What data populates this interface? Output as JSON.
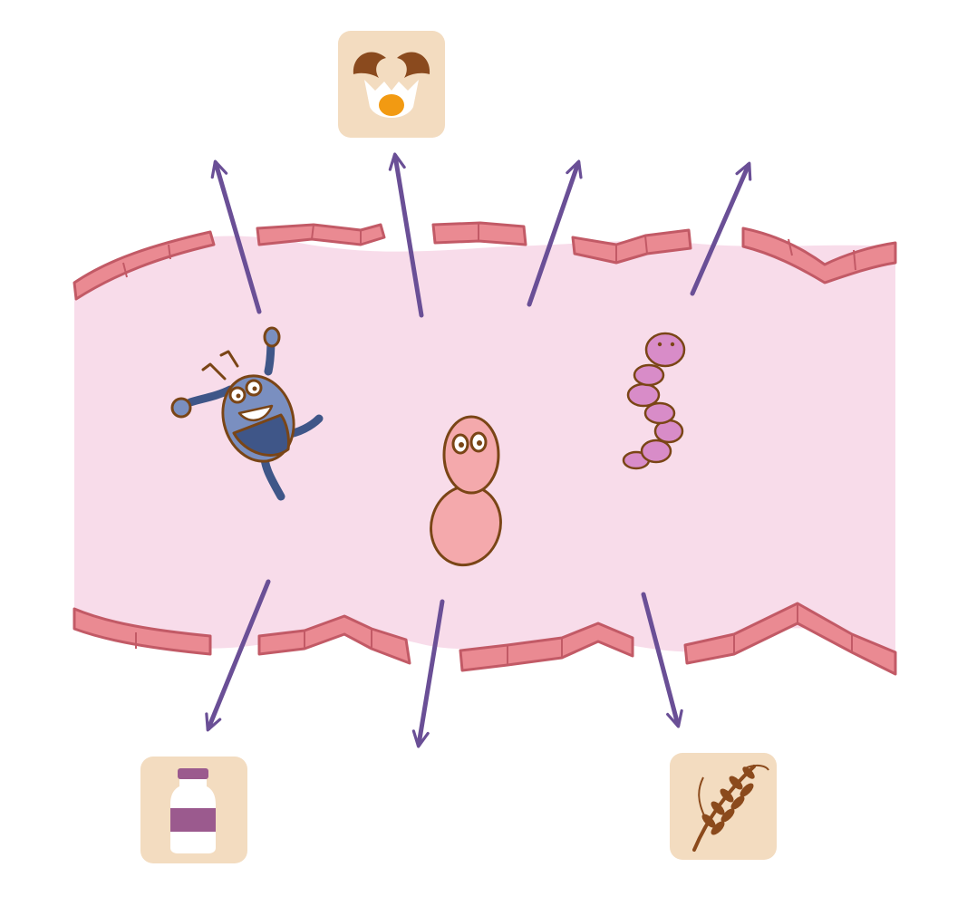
{
  "colors": {
    "background": "#ffffff",
    "lumen": "#f8dcea",
    "wall_fill": "#ea8a92",
    "wall_stroke": "#c25a66",
    "arrow": "#6a4f96",
    "tile": "#f3dcc0",
    "outline": "#7a4516",
    "bug_blue": "#7a8fc0",
    "bug_dark": "#3f5688",
    "pink_microbe": "#f4a9ac",
    "purple_worm": "#d88cc8",
    "milk_purple": "#9b5a8e",
    "egg_brown": "#8a4a1e",
    "yolk": "#f29a12",
    "wheat": "#8b4a1c"
  },
  "diagram": {
    "subject": "gut-lining-leak",
    "microbes": [
      {
        "name": "blue-bug-microbe",
        "icon": "beetle-microbe-icon"
      },
      {
        "name": "pink-blob-microbe",
        "icon": "budding-microbe-icon"
      },
      {
        "name": "purple-worm-microbe",
        "icon": "segmented-worm-icon"
      }
    ],
    "food_tiles": [
      {
        "name": "egg-tile",
        "icon": "cracked-egg-icon"
      },
      {
        "name": "milk-tile",
        "icon": "milk-bottle-icon"
      },
      {
        "name": "wheat-tile",
        "icon": "wheat-icon"
      }
    ],
    "arrow_count": 7
  }
}
